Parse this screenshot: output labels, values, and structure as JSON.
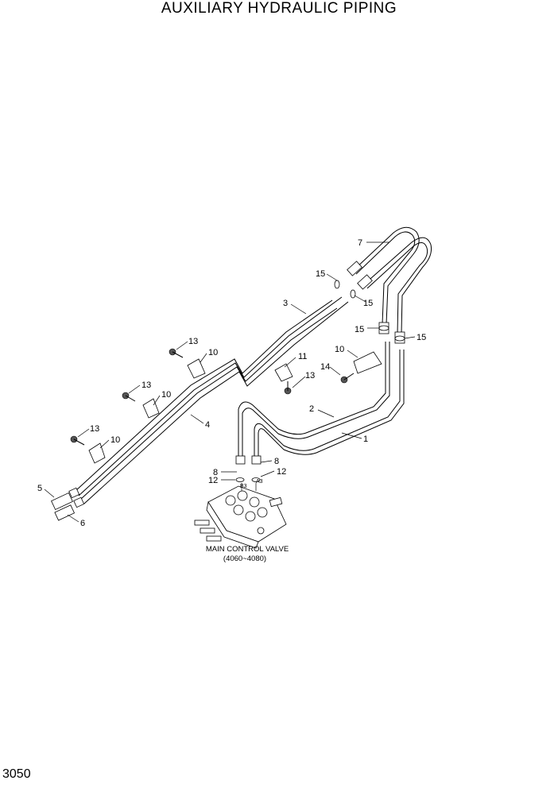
{
  "title": "AUXILIARY HYDRAULIC PIPING",
  "page_number": "3050",
  "valve_label_1": "MAIN CONTROL VALVE",
  "valve_label_2": "(4060~4080)",
  "port_labels": {
    "b3": "B3",
    "a3": "A3"
  },
  "callouts": {
    "p1": "1",
    "p2": "2",
    "p3": "3",
    "p4": "4",
    "p5": "5",
    "p6": "6",
    "p7": "7",
    "p8a": "8",
    "p8b": "8",
    "p10a": "10",
    "p10b": "10",
    "p10c": "10",
    "p10d": "10",
    "p11": "11",
    "p12a": "12",
    "p12b": "12",
    "p13a": "13",
    "p13b": "13",
    "p13c": "13",
    "p13d": "13",
    "p14": "14",
    "p15a": "15",
    "p15b": "15",
    "p15c": "15",
    "p15d": "15"
  }
}
